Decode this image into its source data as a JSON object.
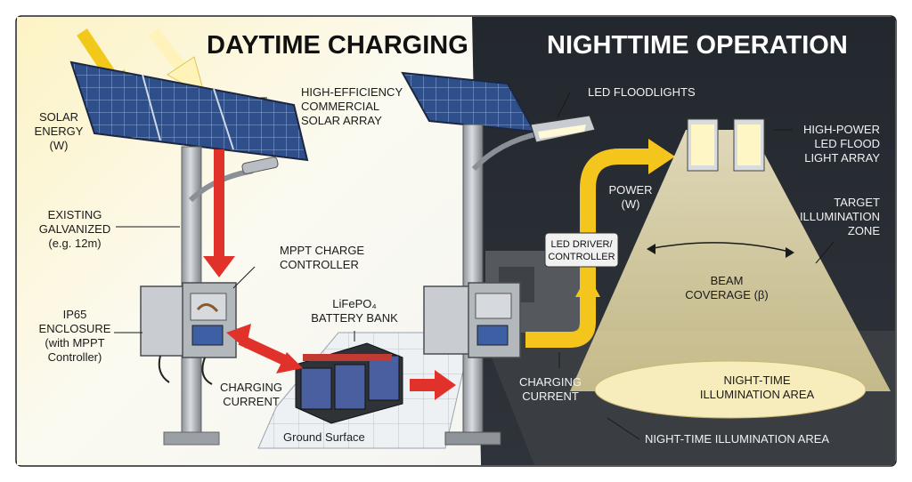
{
  "titles": {
    "day": "DAYTIME CHARGING",
    "night": "NIGHTTIME OPERATION"
  },
  "day_labels": {
    "solar_energy": [
      "SOLAR",
      "ENERGY",
      "(W)"
    ],
    "solar_array": [
      "HIGH-EFFICIENCY",
      "COMMERCIAL",
      "SOLAR ARRAY"
    ],
    "pole": [
      "EXISTING",
      "GALVANIZED",
      "(e.g. 12m)"
    ],
    "mppt": [
      "MPPT CHARGE",
      "CONTROLLER"
    ],
    "enclosure": [
      "IP65",
      "ENCLOSURE",
      "(with MPPT",
      "Controller)"
    ],
    "battery": [
      "LiFePO₄",
      "BATTERY BANK"
    ],
    "charging_current": [
      "CHARGING",
      "CURRENT"
    ],
    "ground_surface": "Ground Surface"
  },
  "night_labels": {
    "led_floodlights": "LED FLOODLIGHTS",
    "led_array": [
      "HIGH-POWER",
      "LED FLOOD",
      "LIGHT ARRAY"
    ],
    "power": [
      "POWER",
      "(W)"
    ],
    "target_zone": [
      "TARGET",
      "ILLUMINATION",
      "ZONE"
    ],
    "driver": [
      "LED DRIVER/",
      "CONTROLLER"
    ],
    "beam": [
      "BEAM",
      "COVERAGE (β)"
    ],
    "charging_current": [
      "CHARGING",
      "CURRENT"
    ],
    "illum_area_inner": [
      "NIGHT-TIME",
      "ILLUMINATION AREA"
    ],
    "illum_area_bottom": "NIGHT-TIME ILLUMINATION AREA"
  },
  "colors": {
    "night_bg": "#2b2f36",
    "day_bg": "#fbf7e6",
    "sun_arrow": "#f2c81a",
    "red_arrow": "#e0322b",
    "yellow_flow": "#f4c51c",
    "beam": "#f3e6a6"
  }
}
